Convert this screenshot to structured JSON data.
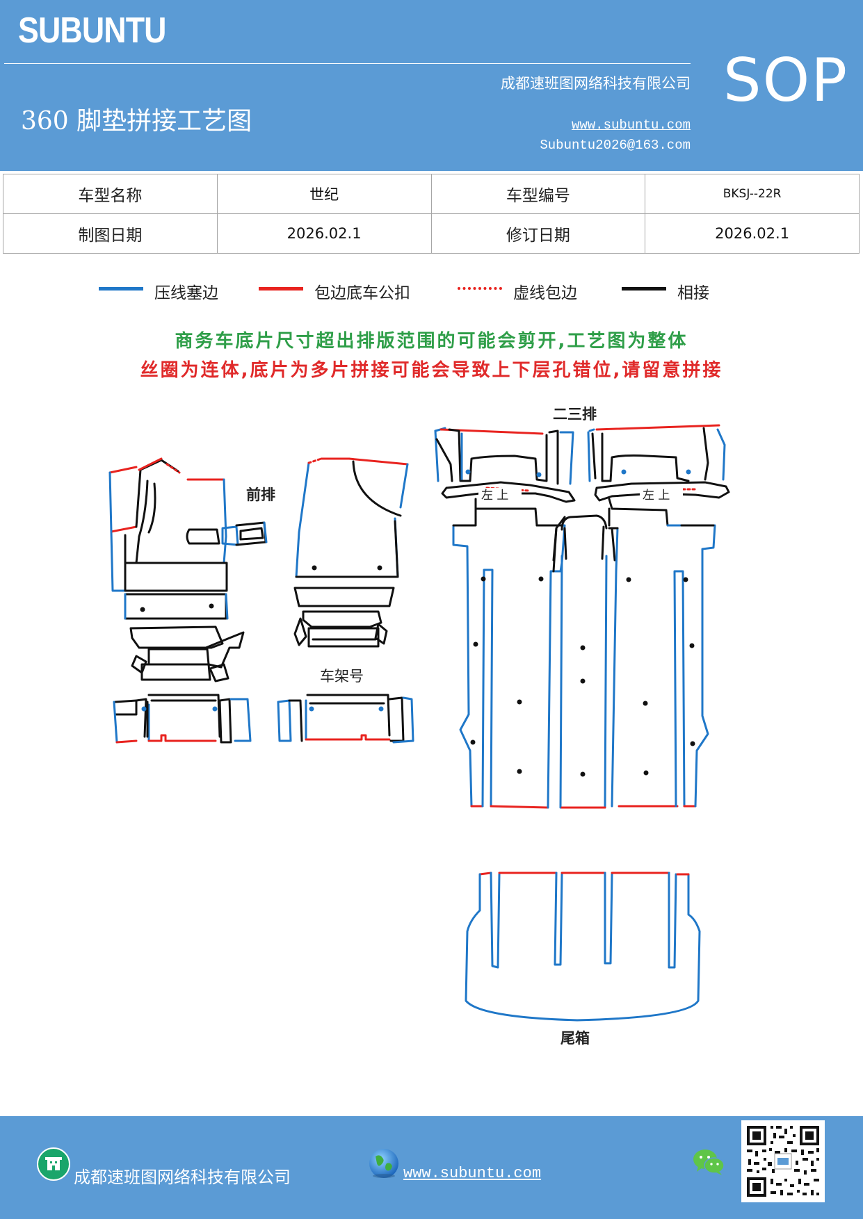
{
  "header": {
    "brand": "SUBUNTU",
    "company": "成都速班图网络科技有限公司",
    "title": "360 脚垫拼接工艺图",
    "website": "www.subuntu.com",
    "email": "Subuntu2026@163.com",
    "sop": "SOP",
    "background": "#5b9bd5"
  },
  "info_table": {
    "rows": [
      [
        "车型名称",
        "世纪",
        "车型编号",
        "BKSJ--22R"
      ],
      [
        "制图日期",
        "2026.02.1",
        "修订日期",
        "2026.02.1"
      ]
    ]
  },
  "legend": [
    {
      "label": "压线塞边",
      "style": "solid",
      "color": "#1f77c8"
    },
    {
      "label": "包边底车公扣",
      "style": "solid",
      "color": "#e8231f"
    },
    {
      "label": "虚线包边",
      "style": "dotted",
      "color": "#e8231f"
    },
    {
      "label": "相接",
      "style": "solid",
      "color": "#111111"
    }
  ],
  "notices": [
    {
      "text": "商务车底片尺寸超出排版范围的可能会剪开,工艺图为整体",
      "color": "#2e9e48"
    },
    {
      "text": "丝圈为连体,底片为多片拼接可能会导致上下层孔错位,请留意拼接",
      "color": "#e02a2a"
    }
  ],
  "diagram": {
    "sections": {
      "second_third_row": "二三排",
      "front_row": "前排",
      "trunk": "尾箱"
    },
    "part_label": "车架号",
    "mark_label": "左 上",
    "colors": {
      "blue": "#1f77c8",
      "red": "#e8231f",
      "black": "#111111"
    }
  },
  "footer": {
    "company": "成都速班图网络科技有限公司",
    "website": "www.subuntu.com",
    "building_icon": "building-icon",
    "globe_icon": "globe-icon",
    "wechat_icon": "wechat-icon",
    "qr": "qr-code"
  }
}
